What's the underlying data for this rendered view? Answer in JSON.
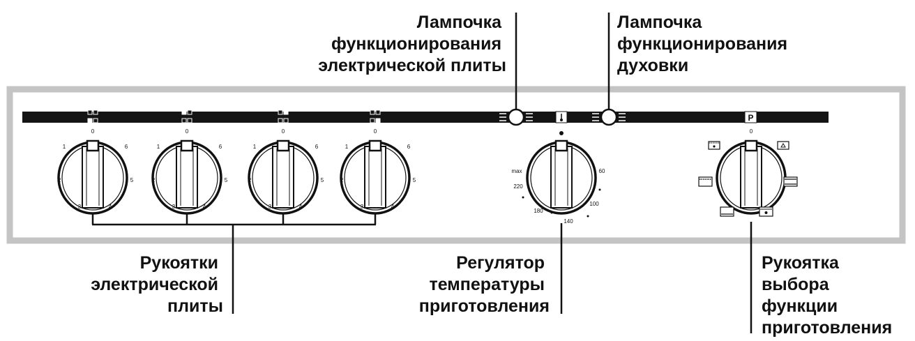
{
  "callouts": {
    "hob_lamp": [
      "Лампочка",
      "функционирования",
      "электрической плиты"
    ],
    "oven_lamp": [
      "Лампочка",
      "функционирования",
      "духовки"
    ],
    "hob_knobs": [
      "Рукоятки",
      "электрической",
      "плиты"
    ],
    "temp_regulator": [
      "Регулятор",
      "температуры",
      "приготовления"
    ],
    "function_selector": [
      "Рукоятка",
      "выбора",
      "функции",
      "приготовления"
    ]
  },
  "hob_knob_scale": [
    "0",
    "1",
    "2",
    "3",
    "4",
    "5",
    "6"
  ],
  "temp_scale": [
    "max",
    "220",
    "180",
    "140",
    "100",
    "60"
  ],
  "program_badge": "P",
  "colors": {
    "panel_border": "#c4c4c4",
    "control_strip": "#141414",
    "ink": "#111111",
    "background": "#ffffff"
  },
  "icons": {
    "hob_zone_indicators": [
      "zone-front-left-icon",
      "zone-rear-left-icon",
      "zone-rear-right-icon",
      "zone-front-right-icon"
    ],
    "lamp": "indicator-lamp-icon",
    "thermometer": "thermometer-icon",
    "oven_functions": [
      "top-heat-fan-icon",
      "light-icon",
      "grill-icon",
      "top-bottom-heat-icon",
      "bottom-heat-icon",
      "fan-icon"
    ]
  }
}
